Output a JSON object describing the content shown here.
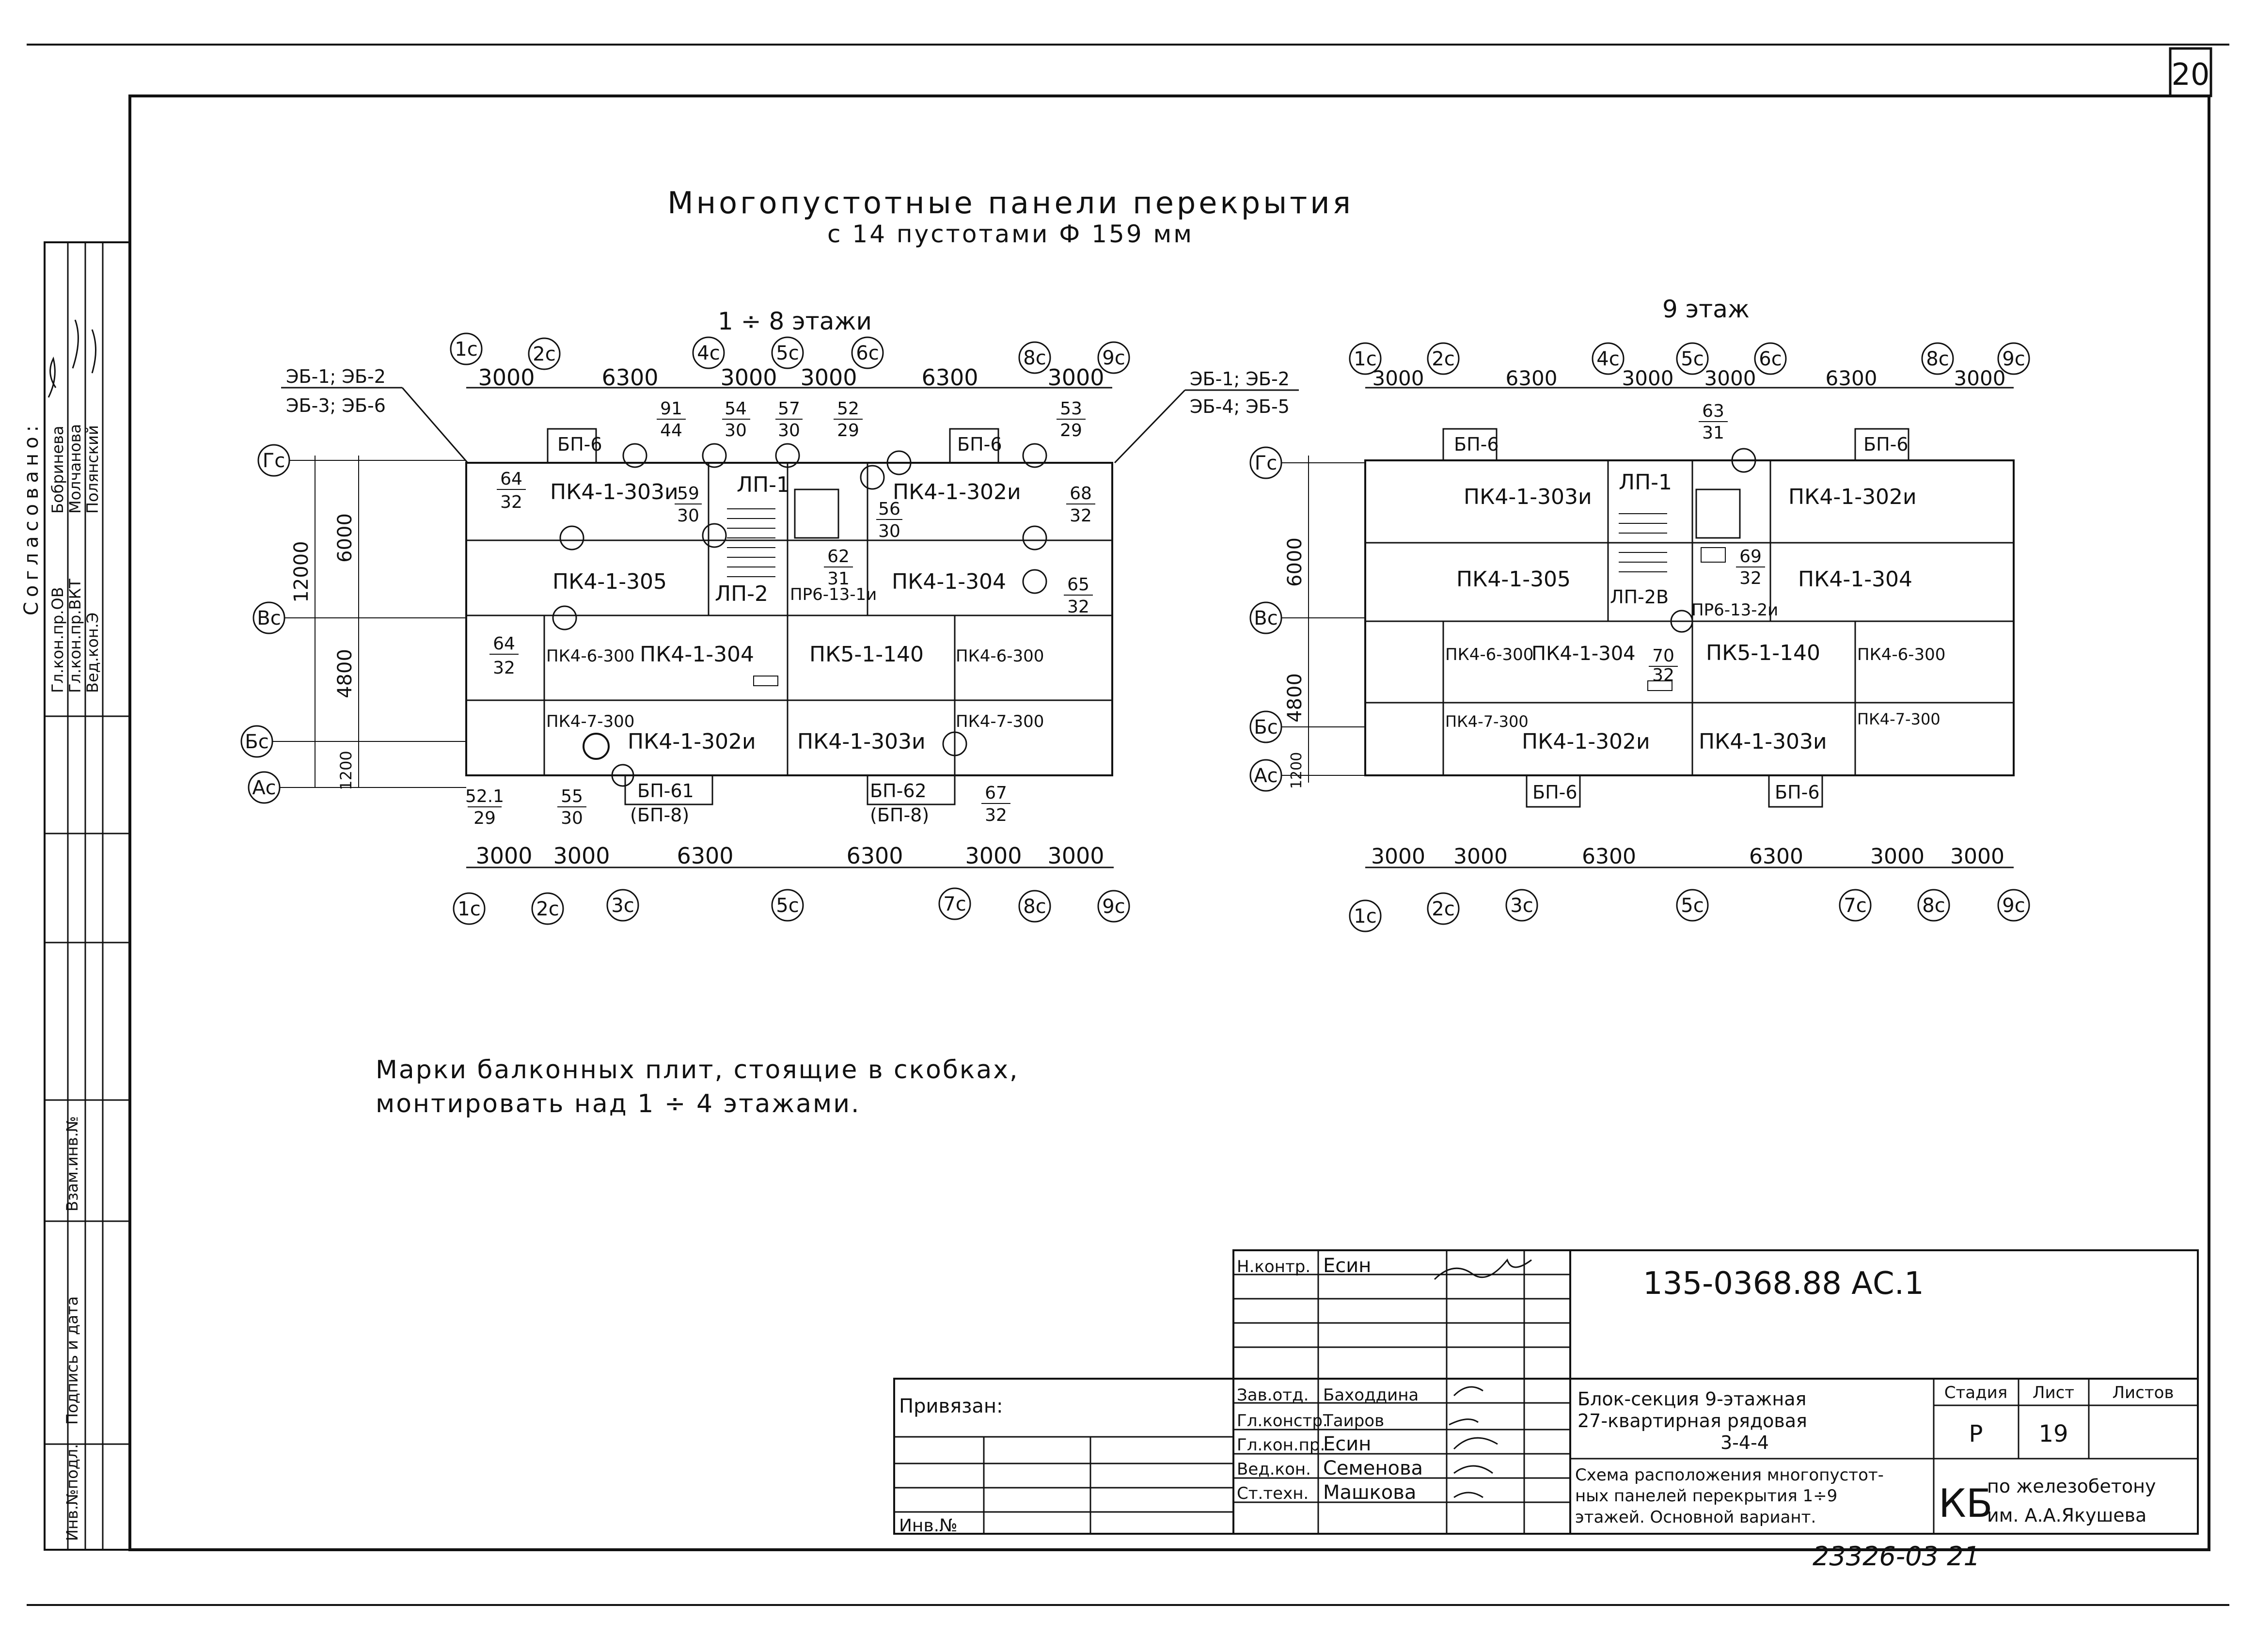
{
  "sheet_number": "20",
  "title": {
    "line1": "Многопустотные панели перекрытия",
    "line2": "с 14 пустотами Ф 159 мм"
  },
  "plans": {
    "left": {
      "title": "1 ÷ 8 этажи",
      "bracket_left": [
        "ЭБ-1; ЭБ-2",
        "ЭБ-3; ЭБ-6"
      ],
      "bracket_right": [
        "ЭБ-1; ЭБ-2",
        "ЭБ-4; ЭБ-5"
      ]
    },
    "right": {
      "title": "9 этаж"
    }
  },
  "axes": {
    "top_left": [
      "1с",
      "2с",
      "4с",
      "5с",
      "6с",
      "8с",
      "9с"
    ],
    "top_left_dims": [
      "3000",
      "6300",
      "3000",
      "3000",
      "6300",
      "3000"
    ],
    "bottom_left": [
      "1с",
      "2с",
      "3с",
      "5с",
      "7с",
      "8с",
      "9с"
    ],
    "bottom_left_dims": [
      "3000",
      "3000",
      "6300",
      "6300",
      "3000",
      "3000"
    ],
    "top_right": [
      "1с",
      "2с",
      "4с",
      "5с",
      "6с",
      "8с",
      "9с"
    ],
    "top_right_dims": [
      "3000",
      "6300",
      "3000",
      "3000",
      "6300",
      "3000"
    ],
    "bottom_right": [
      "1с",
      "2с",
      "3с",
      "5с",
      "7с",
      "8с",
      "9с"
    ],
    "bottom_right_dims": [
      "3000",
      "3000",
      "6300",
      "6300",
      "3000",
      "3000"
    ],
    "rows": [
      "Гс",
      "Вс",
      "Бс",
      "Ас"
    ],
    "row_dims_left": [
      "12000",
      "6000",
      "4800",
      "1200"
    ],
    "row_dims_right": [
      "6000",
      "4800",
      "1200"
    ]
  },
  "panels_left": {
    "top_left": "ПК4-1-303и",
    "top_right": "ПК4-1-302и",
    "stair_top": "ЛП-1",
    "mid_left": "ПК4-1-305",
    "stair_bottom": "ЛП-2",
    "stair_label": "ПР6-13-1и",
    "mid_right": "ПК4-1-304",
    "row3_edge_left": "ПК4-6-300",
    "row3_left": "ПК4-1-304",
    "row3_center": "ПК5-1-140",
    "row3_edge_right": "ПК4-6-300",
    "row4_edge_left": "ПК4-7-300",
    "row4_left": "ПК4-1-302и",
    "row4_center": "ПК4-1-303и",
    "row4_edge_right": "ПК4-7-300",
    "bp_top_left": "БП-6",
    "bp_top_right": "БП-6",
    "bp_bottom_left": "БП-61",
    "bp_bottom_left_alt": "(БП-8)",
    "bp_bottom_right": "БП-62",
    "bp_bottom_right_alt": "(БП-8)"
  },
  "fractions_left": [
    {
      "n": "64",
      "d": "32"
    },
    {
      "n": "91",
      "d": "44"
    },
    {
      "n": "54",
      "d": "30"
    },
    {
      "n": "57",
      "d": "30"
    },
    {
      "n": "52",
      "d": "29"
    },
    {
      "n": "53",
      "d": "29"
    },
    {
      "n": "59",
      "d": "30"
    },
    {
      "n": "56",
      "d": "30"
    },
    {
      "n": "68",
      "d": "32"
    },
    {
      "n": "62",
      "d": "31"
    },
    {
      "n": "65",
      "d": "32"
    },
    {
      "n": "64",
      "d": "32"
    },
    {
      "n": "52.1",
      "d": "29"
    },
    {
      "n": "55",
      "d": "30"
    },
    {
      "n": "67",
      "d": "32"
    }
  ],
  "panels_right": {
    "top_left": "ПК4-1-303и",
    "stair_top": "ЛП-1",
    "top_right": "ПК4-1-302и",
    "mid_left": "ПК4-1-305",
    "stair_bottom": "ЛП-2В",
    "stair_label": "ПР6-13-2и",
    "mid_right": "ПК4-1-304",
    "row3_edge_left": "ПК4-6-300",
    "row3_left": "ПК4-1-304",
    "row3_center": "ПК5-1-140",
    "row3_edge_right": "ПК4-6-300",
    "row4_edge_left": "ПК4-7-300",
    "row4_left": "ПК4-1-302и",
    "row4_center": "ПК4-1-303и",
    "row4_edge_right": "ПК4-7-300",
    "bp_top_left": "БП-6",
    "bp_top_right": "БП-6",
    "bp_bottom_left": "БП-6",
    "bp_bottom_right": "БП-6"
  },
  "fractions_right": [
    {
      "n": "63",
      "d": "31"
    },
    {
      "n": "69",
      "d": "32"
    },
    {
      "n": "70",
      "d": "32"
    }
  ],
  "note": {
    "line1": "Марки балконных плит, стоящие в скобках,",
    "line2": "монтировать над 1 ÷ 4 этажами."
  },
  "approval": {
    "heading": "Согласовано:",
    "rows": [
      {
        "role": "Гл.кон.пр.ОВ",
        "name": "Бобринева"
      },
      {
        "role": "Гл.кон.пр.ВКТ",
        "name": "Молчанова"
      },
      {
        "role": "Вед.кон.Э",
        "name": "Полянский"
      }
    ],
    "stamp_cells": [
      "Инв.№подл.",
      "Подпись и дата",
      "Взам.инв.№"
    ]
  },
  "title_block": {
    "code": "135-0368.88  АС.1",
    "people": [
      {
        "role": "Н.контр.",
        "name": "Есин"
      },
      {
        "role": "Зав.отд.",
        "name": "Баходдина"
      },
      {
        "role": "Гл.констр.",
        "name": "Таиров"
      },
      {
        "role": "Гл.кон.пр.",
        "name": "Есин"
      },
      {
        "role": "Вед.кон.",
        "name": "Семенова"
      },
      {
        "role": "Ст.техн.",
        "name": "Машкова"
      }
    ],
    "privyazan": "Привязан:",
    "inv": "Инв.№",
    "project": [
      "Блок-секция 9-этажная",
      "27-квартирная рядовая",
      "3-4-4"
    ],
    "drawing": [
      "Схема расположения многопустот-",
      "ных панелей перекрытия 1÷9",
      "этажей. Основной вариант."
    ],
    "stage_label": "Стадия",
    "sheet_label": "Лист",
    "sheets_label": "Листов",
    "stage": "Р",
    "sheet": "19",
    "org_mark": "КБ",
    "org": [
      "по железобетону",
      "им. А.А.Якушева"
    ],
    "bottom_code": "23326-03  21"
  }
}
